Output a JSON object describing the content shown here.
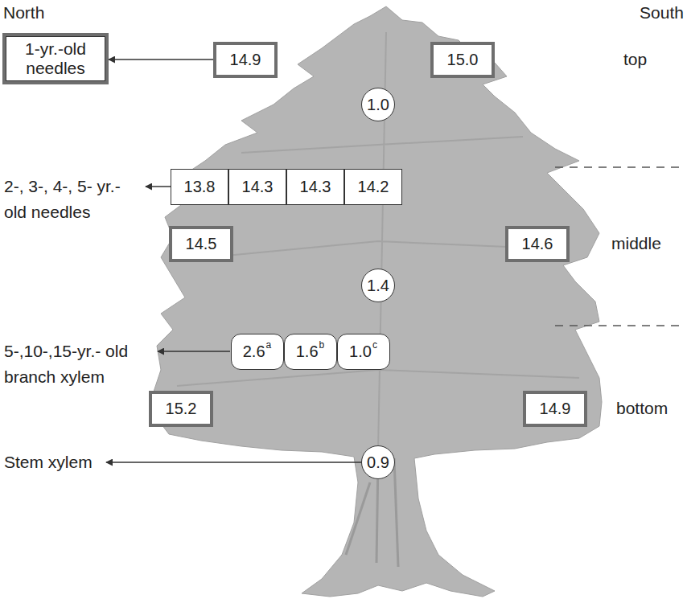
{
  "diagram": {
    "nodes": [
      {
        "text": [
          "1-yr.-old needles"
        ]
      },
      {
        "text": [
          "14.9"
        ]
      },
      {
        "text": [
          "15.0"
        ]
      },
      {
        "text": [
          "1.0"
        ]
      },
      {
        "text": [
          "13.8"
        ]
      },
      {
        "text": [
          "14.3"
        ]
      },
      {
        "text": [
          "14.3"
        ]
      },
      {
        "text": [
          "14.2"
        ]
      },
      {
        "text": [
          "14.5"
        ]
      },
      {
        "text": [
          "14.6"
        ]
      },
      {
        "text": [
          "1.4"
        ]
      },
      {
        "text": [
          "2.6",
          "a"
        ]
      },
      {
        "text": [
          "1.6",
          "b"
        ]
      },
      {
        "text": [
          "1.0",
          "c"
        ]
      },
      {
        "text": [
          "15.2"
        ]
      },
      {
        "text": [
          "14.9"
        ]
      },
      {
        "text": [
          "0.9"
        ]
      }
    ],
    "edges": [
      {
        "from": 1,
        "to": 0,
        "arrow": "to"
      }
    ],
    "labels": [
      "North",
      "South",
      "top",
      "2-, 3-, 4-, 5- yr.-old needles",
      "middle",
      "5-,10-,15-yr.- old branch xylem",
      "bottom",
      "Stem xylem"
    ]
  }
}
